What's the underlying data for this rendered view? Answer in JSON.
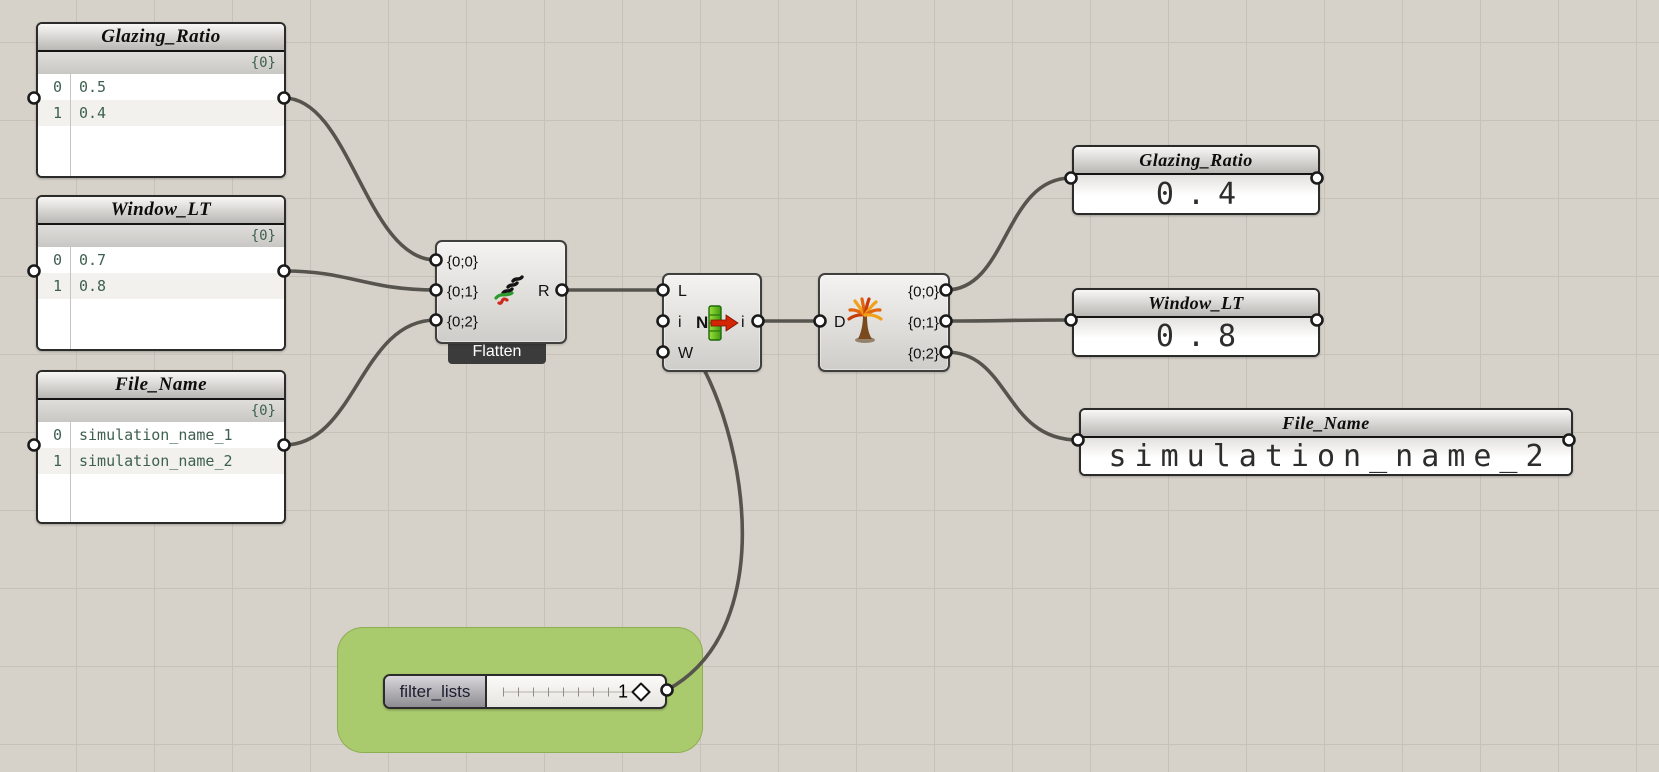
{
  "app": {
    "name": "Grasshopper node canvas"
  },
  "colors": {
    "canvas": "#d6d2ca",
    "grid_line": "#c6c2ba",
    "wire": "#57544e",
    "group_fill": "#a9ca6d",
    "panel_text_green": "#3f6051",
    "tag_bg": "#3b3b3b"
  },
  "panels_left": [
    {
      "title": "Glazing_Ratio",
      "path": "{0}",
      "rows": [
        {
          "index": "0",
          "value": "0.5"
        },
        {
          "index": "1",
          "value": "0.4"
        }
      ]
    },
    {
      "title": "Window_LT",
      "path": "{0}",
      "rows": [
        {
          "index": "0",
          "value": "0.7"
        },
        {
          "index": "1",
          "value": "0.8"
        }
      ]
    },
    {
      "title": "File_Name",
      "path": "{0}",
      "rows": [
        {
          "index": "0",
          "value": "simulation_name_1"
        },
        {
          "index": "1",
          "value": "simulation_name_2"
        }
      ]
    }
  ],
  "components": {
    "flatten": {
      "tag": "Flatten",
      "inputs": [
        "{0;0}",
        "{0;1}",
        "{0;2}"
      ],
      "output": "R",
      "icon": "flatten-tree-icon"
    },
    "list_item": {
      "inputs": [
        "L",
        "i",
        "W"
      ],
      "icon_text": "N",
      "output": "i",
      "icon": "list-item-icon"
    },
    "explode_tree": {
      "input": "D",
      "outputs": [
        "{0;0}",
        "{0;1}",
        "{0;2}"
      ],
      "icon": "explode-tree-icon"
    }
  },
  "panels_right": [
    {
      "title": "Glazing_Ratio",
      "value": "0.4"
    },
    {
      "title": "Window_LT",
      "value": "0.8"
    },
    {
      "title": "File_Name",
      "value": "simulation_name_2"
    }
  ],
  "slider": {
    "label": "filter_lists",
    "value": "1"
  }
}
